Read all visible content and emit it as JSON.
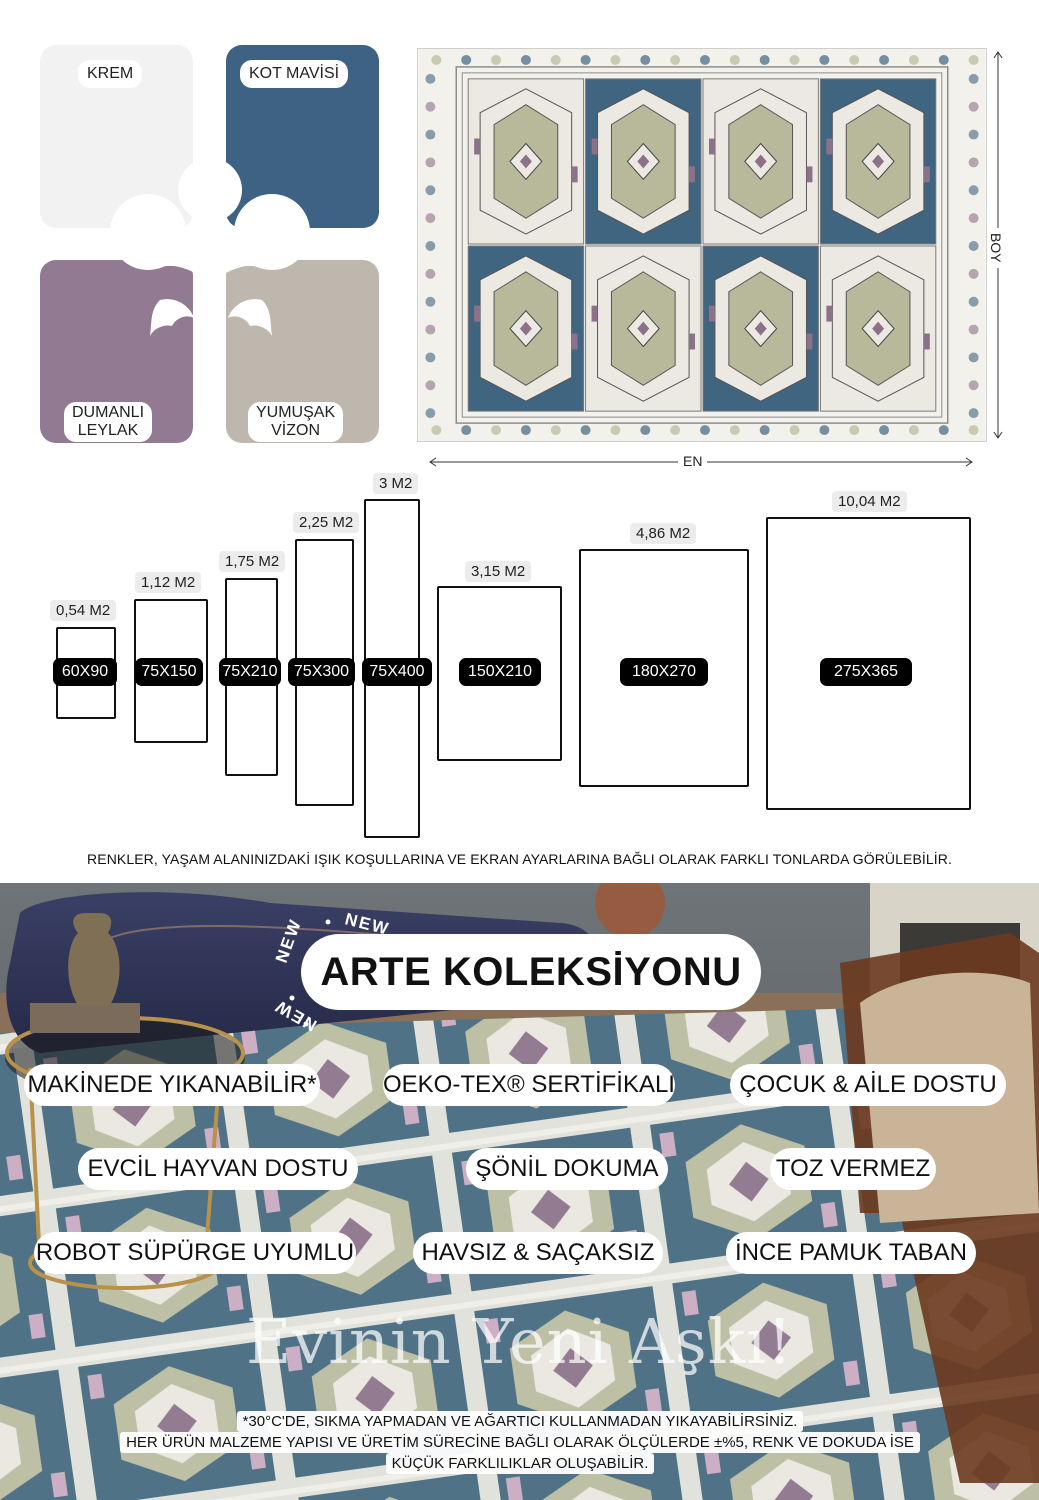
{
  "colors": {
    "title": "Renk seçenekleri",
    "swatches": [
      {
        "label": "KREM",
        "hex": "#f2f2f2"
      },
      {
        "label": "KOT MAVİSİ",
        "hex": "#3d6283"
      },
      {
        "label": "DUMANLI LEYLAK",
        "hex": "#927a93"
      },
      {
        "label": "YUMUŞAK VİZON",
        "hex": "#bdb7ad"
      }
    ]
  },
  "rug_preview": {
    "height_label": "BOY",
    "width_label": "EN",
    "palette": {
      "cream": "#ece9e2",
      "blue": "#3f6580",
      "sage": "#b7b99a",
      "lilac": "#8d7189"
    }
  },
  "sizes": [
    {
      "size": "60X90",
      "area": "0,54 M2"
    },
    {
      "size": "75X150",
      "area": "1,12 M2"
    },
    {
      "size": "75X210",
      "area": "1,75 M2"
    },
    {
      "size": "75X300",
      "area": "2,25 M2"
    },
    {
      "size": "75X400",
      "area": "3 M2"
    },
    {
      "size": "150X210",
      "area": "3,15 M2"
    },
    {
      "size": "180X270",
      "area": "4,86 M2"
    },
    {
      "size": "275X365",
      "area": "10,04 M2"
    }
  ],
  "color_note": "RENKLER, YAŞAM ALANINIZDAKİ IŞIK KOŞULLARINA VE EKRAN AYARLARINA BAĞLI OLARAK FARKLI TONLARDA GÖRÜLEBİLİR.",
  "collection": {
    "badge": "NEW",
    "title": "ARTE KOLEKSİYONU",
    "features": [
      "MAKİNEDE YIKANABİLİR*",
      "OEKO-TEX® SERTİFİKALI",
      "ÇOCUK & AİLE DOSTU",
      "EVCİL HAYVAN DOSTU",
      "ŞÖNİL DOKUMA",
      "TOZ VERMEZ",
      "ROBOT SÜPÜRGE UYUMLU",
      "HAVSIZ & SAÇAKSIZ",
      "İNCE PAMUK TABAN"
    ],
    "slogan": "Evinin Yeni Aşkı!",
    "footnote_1": "*30°C'DE, SIKMA YAPMADAN VE AĞARTICI KULLANMADAN YIKAYABİLİRSİNİZ.",
    "footnote_2": "HER ÜRÜN MALZEME YAPISI VE ÜRETİM SÜRECİNE BAĞLI OLARAK ÖLÇÜLERDE ±%5, RENK VE DOKUDA İSE",
    "footnote_3": "KÜÇÜK FARKLILIKLAR OLUŞABİLİR."
  }
}
